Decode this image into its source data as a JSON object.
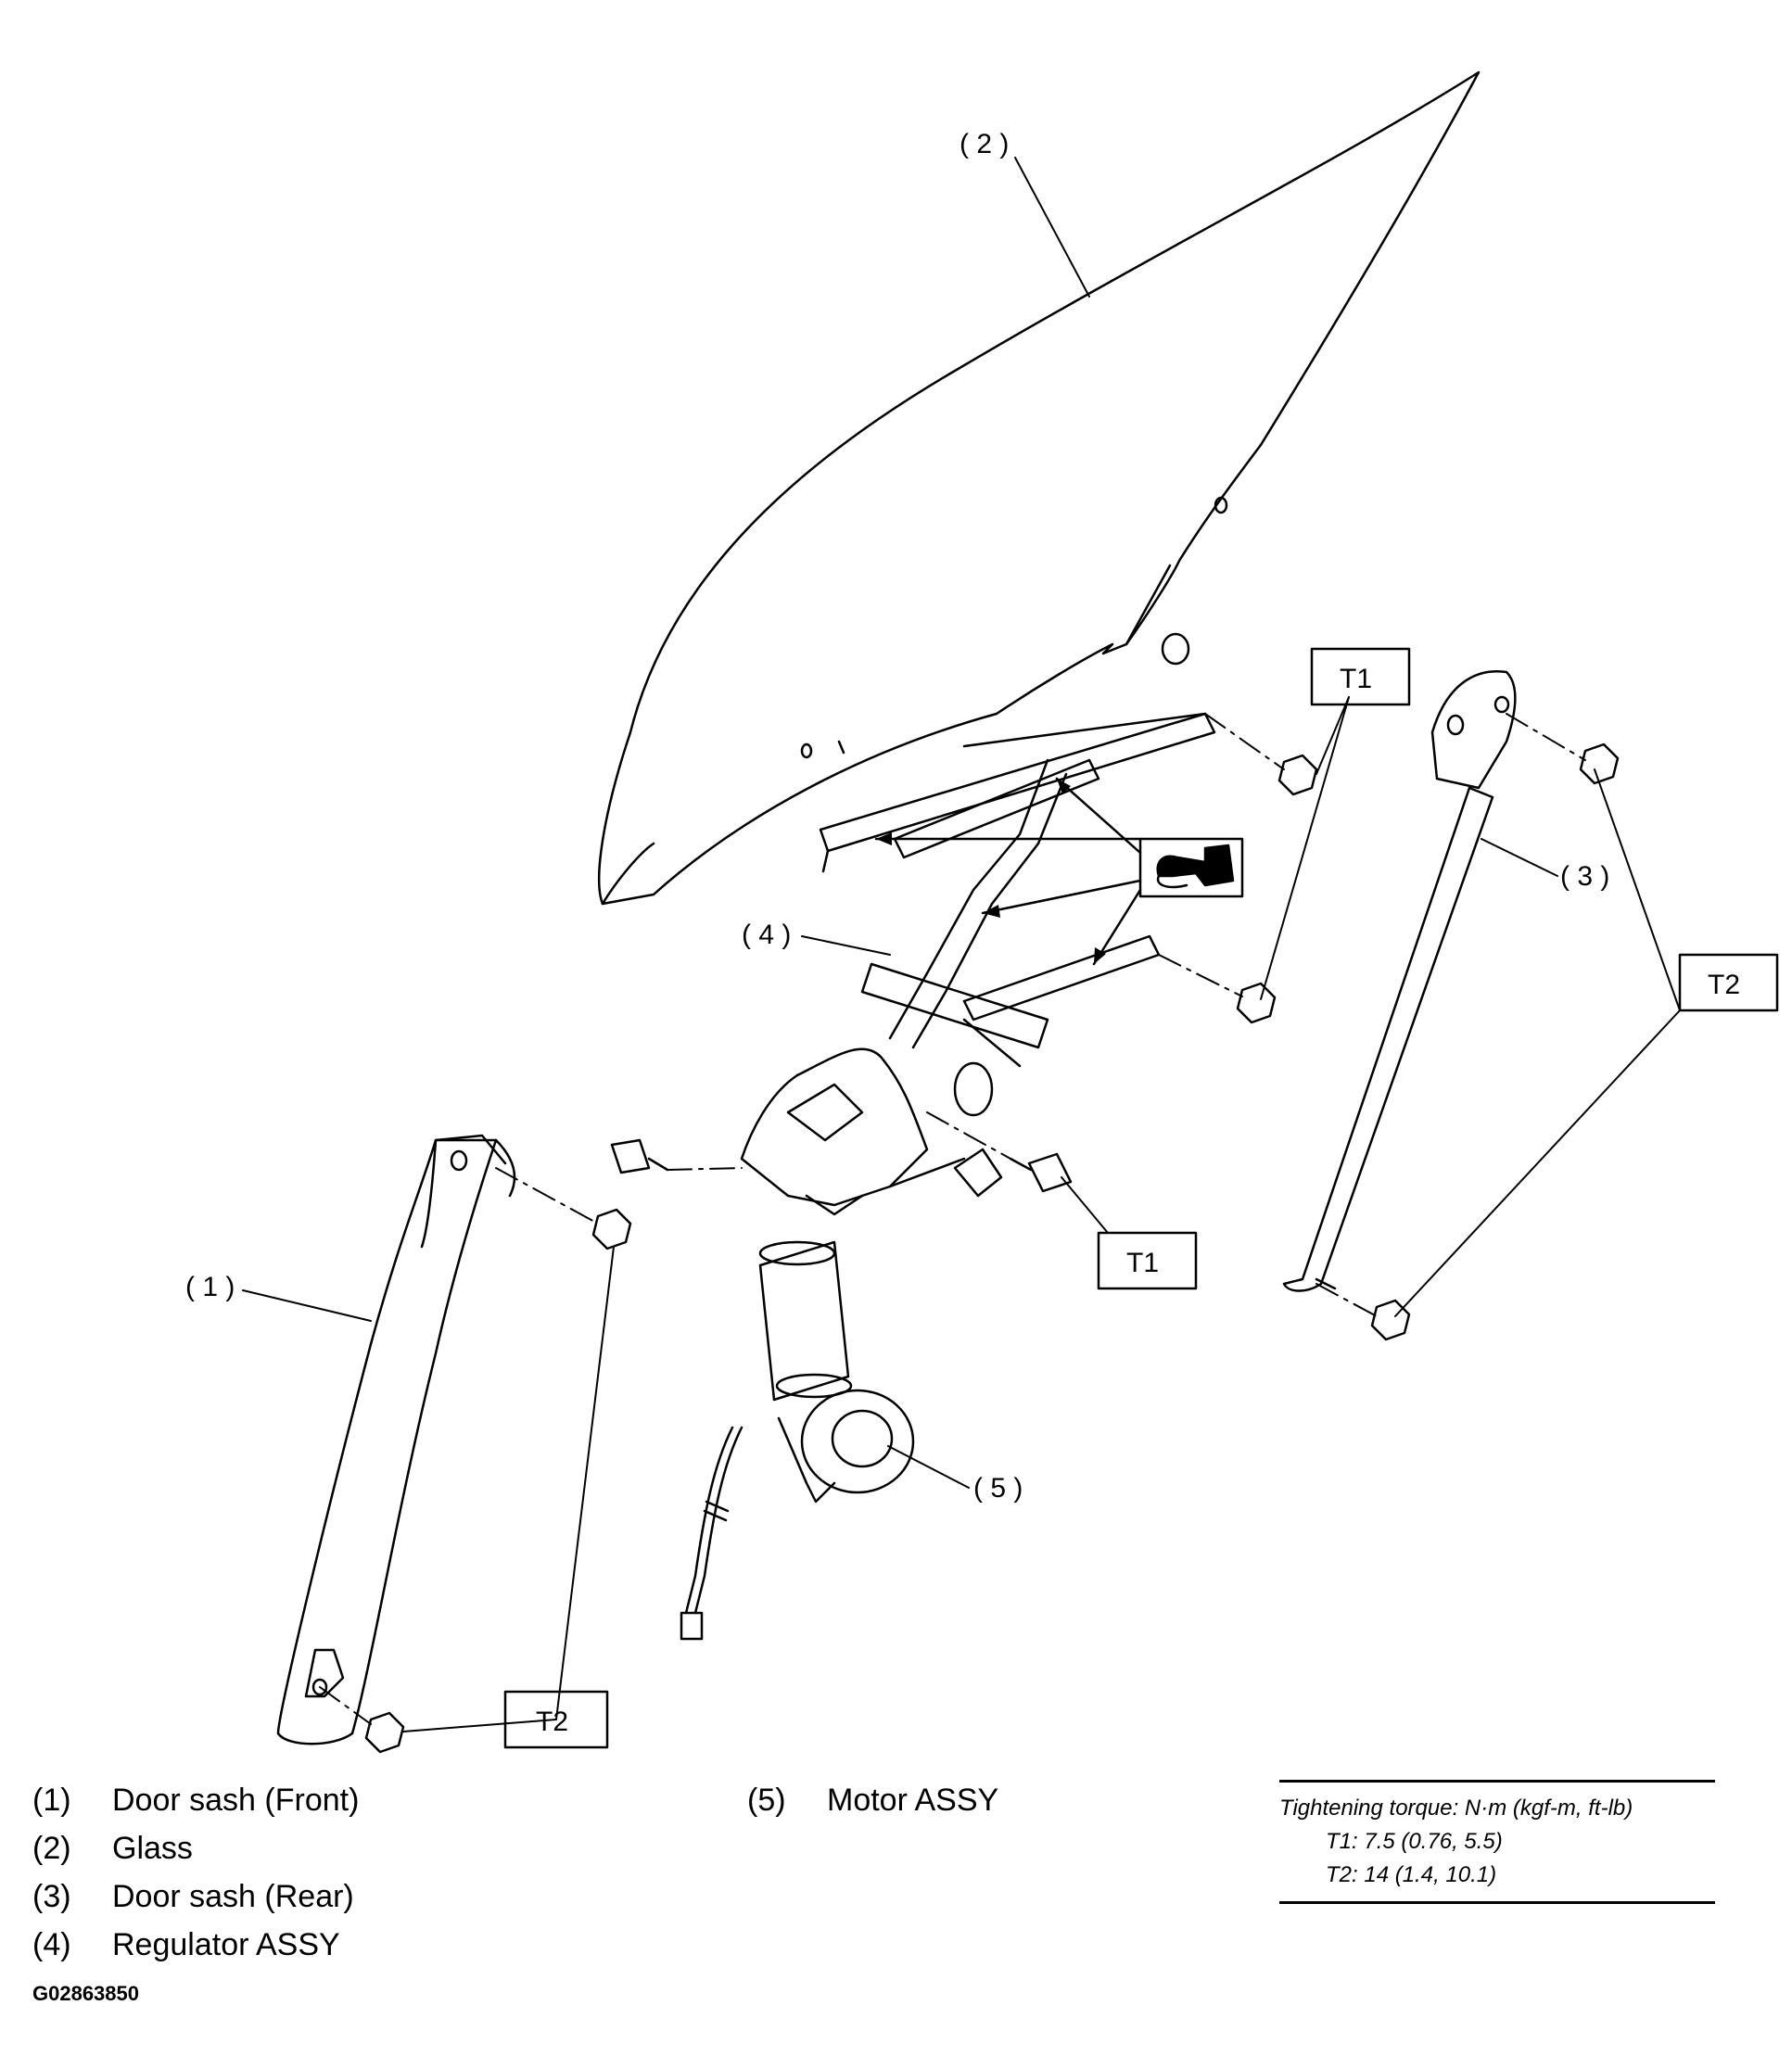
{
  "callouts": {
    "c1": "( 1 )",
    "c2": "( 2 )",
    "c3": "( 3 )",
    "c4": "( 4 )",
    "c5": "( 5 )"
  },
  "torque_boxes": {
    "t1_upper": "T1",
    "t1_lower": "T1",
    "t2_right": "T2",
    "t2_left": "T2"
  },
  "legend": [
    {
      "num": "(1)",
      "label": "Door sash (Front)"
    },
    {
      "num": "(2)",
      "label": "Glass"
    },
    {
      "num": "(3)",
      "label": "Door sash (Rear)"
    },
    {
      "num": "(4)",
      "label": "Regulator ASSY"
    },
    {
      "num": "(5)",
      "label": "Motor ASSY"
    }
  ],
  "torque_spec": {
    "title": "Tightening torque: N·m (kgf-m, ft-lb)",
    "t1": "T1: 7.5 (0.76, 5.5)",
    "t2": "T2: 14 (1.4, 10.1)"
  },
  "figure_code": "G02863850"
}
